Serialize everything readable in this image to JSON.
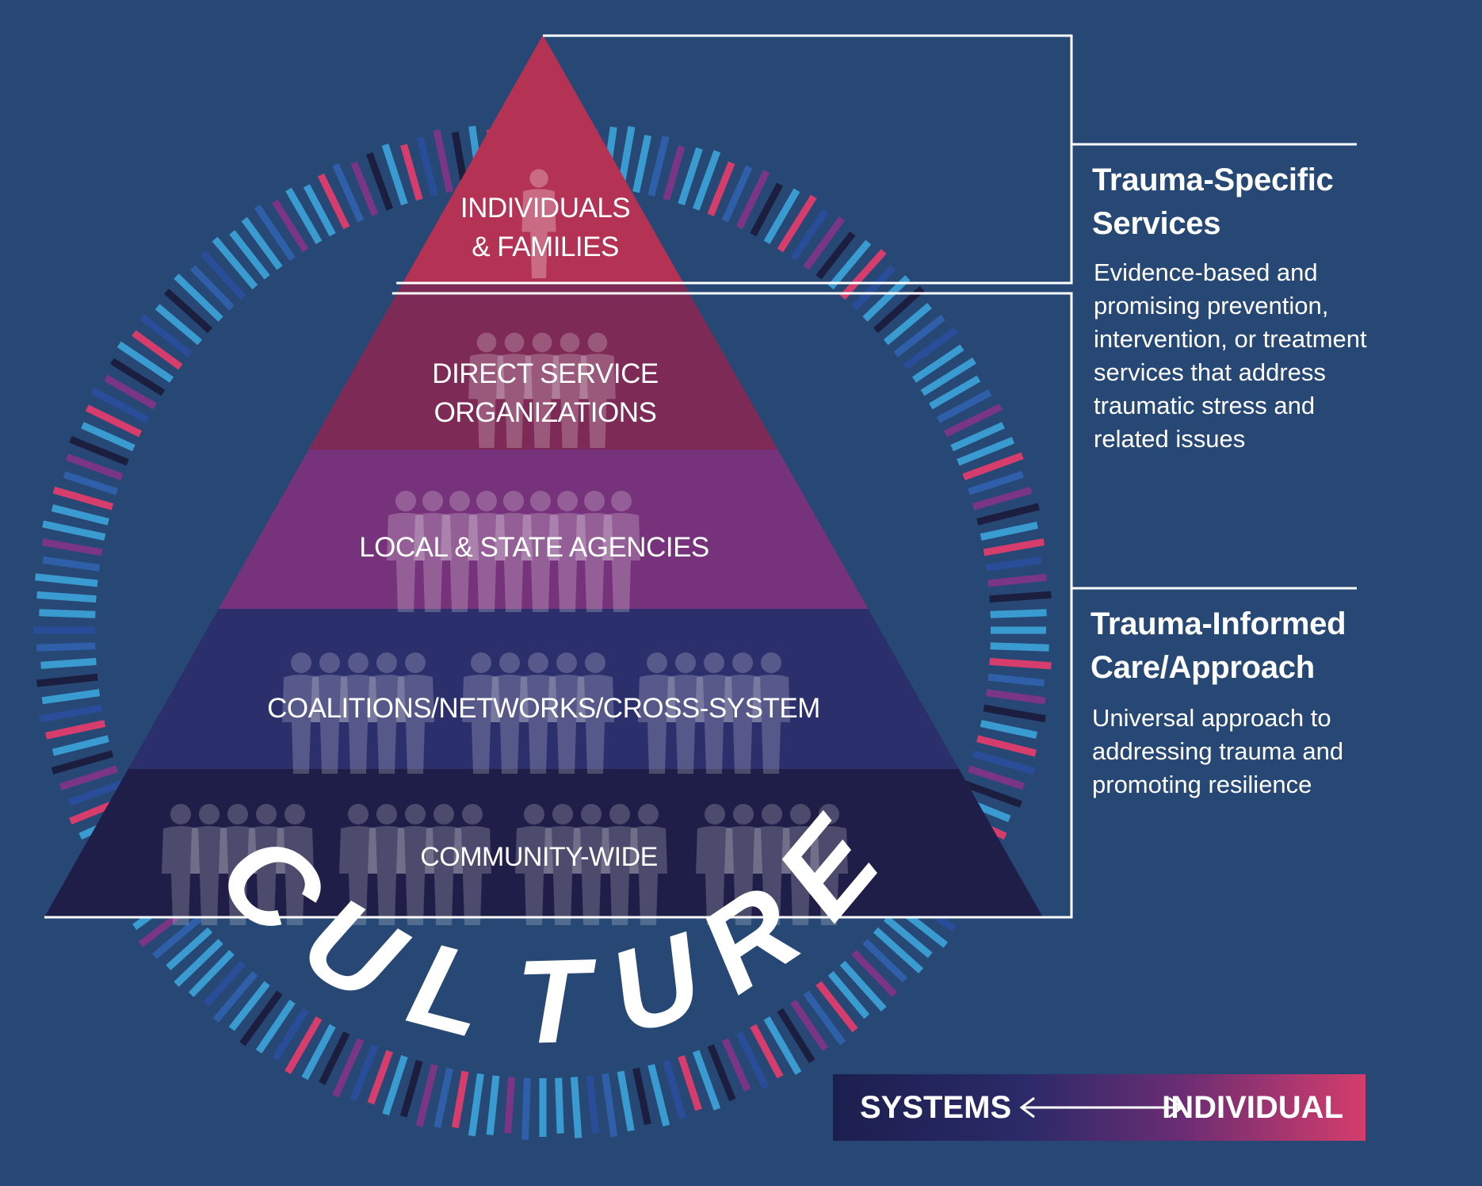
{
  "pyramid": {
    "levels": [
      {
        "id": "individuals",
        "lines": [
          "INDIVIDUALS",
          "& FAMILIES"
        ],
        "color": "#b43253",
        "people": 1
      },
      {
        "id": "direct-service",
        "lines": [
          "DIRECT SERVICE",
          "ORGANIZATIONS"
        ],
        "color": "#7e2a56",
        "people": 5
      },
      {
        "id": "local-state",
        "lines": [
          "LOCAL & STATE AGENCIES"
        ],
        "color": "#76327a",
        "people": 9
      },
      {
        "id": "coalitions",
        "lines": [
          "COALITIONS/NETWORKS/CROSS-SYSTEM"
        ],
        "color": "#2b2f6b",
        "people": 15
      },
      {
        "id": "community",
        "lines": [
          "COMMUNITY-WIDE"
        ],
        "color": "#1f1e48",
        "people": 20
      }
    ]
  },
  "ring": {
    "label": "CULTURE",
    "colors": [
      "#3a9bd0",
      "#3a9bd0",
      "#2a4d9a",
      "#1c1e40",
      "#d63d6c",
      "#7a3585",
      "#3a9bd0",
      "#2e5fa8"
    ]
  },
  "panels": {
    "specific": {
      "title": "Trauma-Specific\nServices",
      "description": "Evidence-based and\npromising prevention,\nintervention, or treatment\nservices that address\ntraumatic stress and\nrelated issues"
    },
    "informed": {
      "title": "Trauma-Informed\nCare/Approach",
      "description": "Universal approach to\naddressing trauma and\npromoting resilience"
    }
  },
  "legend": {
    "left": "SYSTEMS",
    "right": "INDIVIDUAL"
  },
  "colors": {
    "background": "#274874",
    "bracket": "#ffffff",
    "people": "#ffffff"
  }
}
